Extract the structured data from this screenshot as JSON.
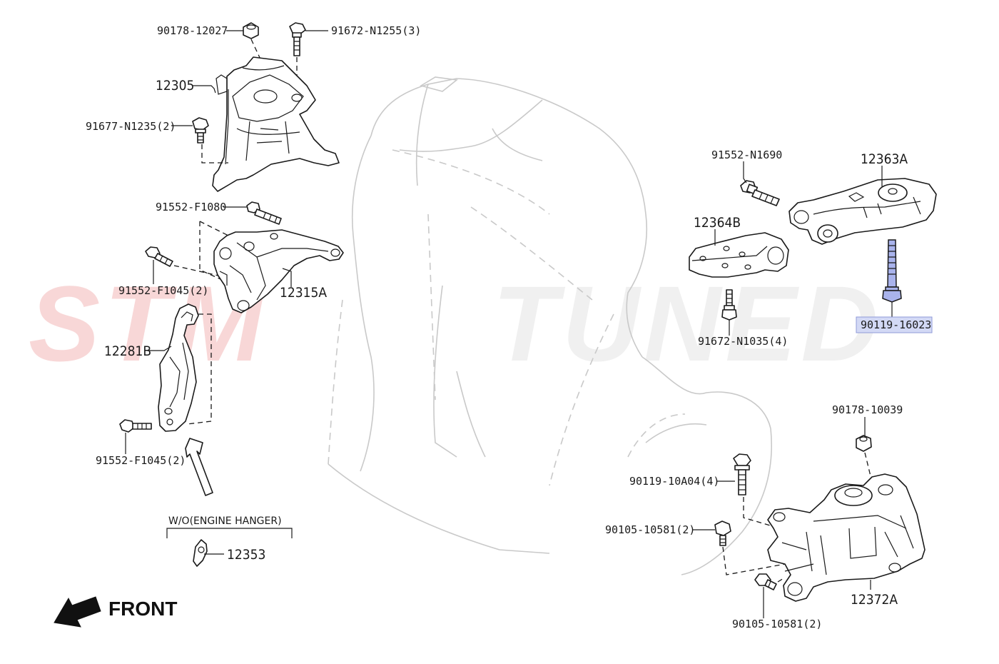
{
  "watermark": {
    "text_a": "STM",
    "text_b": "TUNED",
    "color_a": "#e44d4d",
    "color_b": "#bdbdbd"
  },
  "labels": {
    "p_90178_12027": "90178-12027",
    "p_91672_N1255": "91672-N1255(3)",
    "p_12305": "12305",
    "p_91677_N1235": "91677-N1235(2)",
    "p_91552_F1080": "91552-F1080",
    "p_91552_F1045_a": "91552-F1045(2)",
    "p_12315A": "12315A",
    "p_12281B": "12281B",
    "p_91552_F1045_b": "91552-F1045(2)",
    "p_12353": "12353",
    "p_91552_N1690": "91552-N1690",
    "p_12363A": "12363A",
    "p_12364B": "12364B",
    "p_91672_N1035": "91672-N1035(4)",
    "p_90119_16023": "90119-16023",
    "p_90178_10039": "90178-10039",
    "p_90119_10A04": "90119-10A04(4)",
    "p_90105_10581_a": "90105-10581(2)",
    "p_12372A": "12372A",
    "p_90105_10581_b": "90105-10581(2)"
  },
  "hanger_note": "W/O(ENGINE HANGER)",
  "front_label": "FRONT",
  "highlight": {
    "part": "90119-16023",
    "label_bg": "#d3d9f5",
    "part_fill": "#a9b3ec",
    "border": "#8f9ad8"
  },
  "icons": [
    "front-arrow-icon",
    "up-arrow-icon"
  ]
}
